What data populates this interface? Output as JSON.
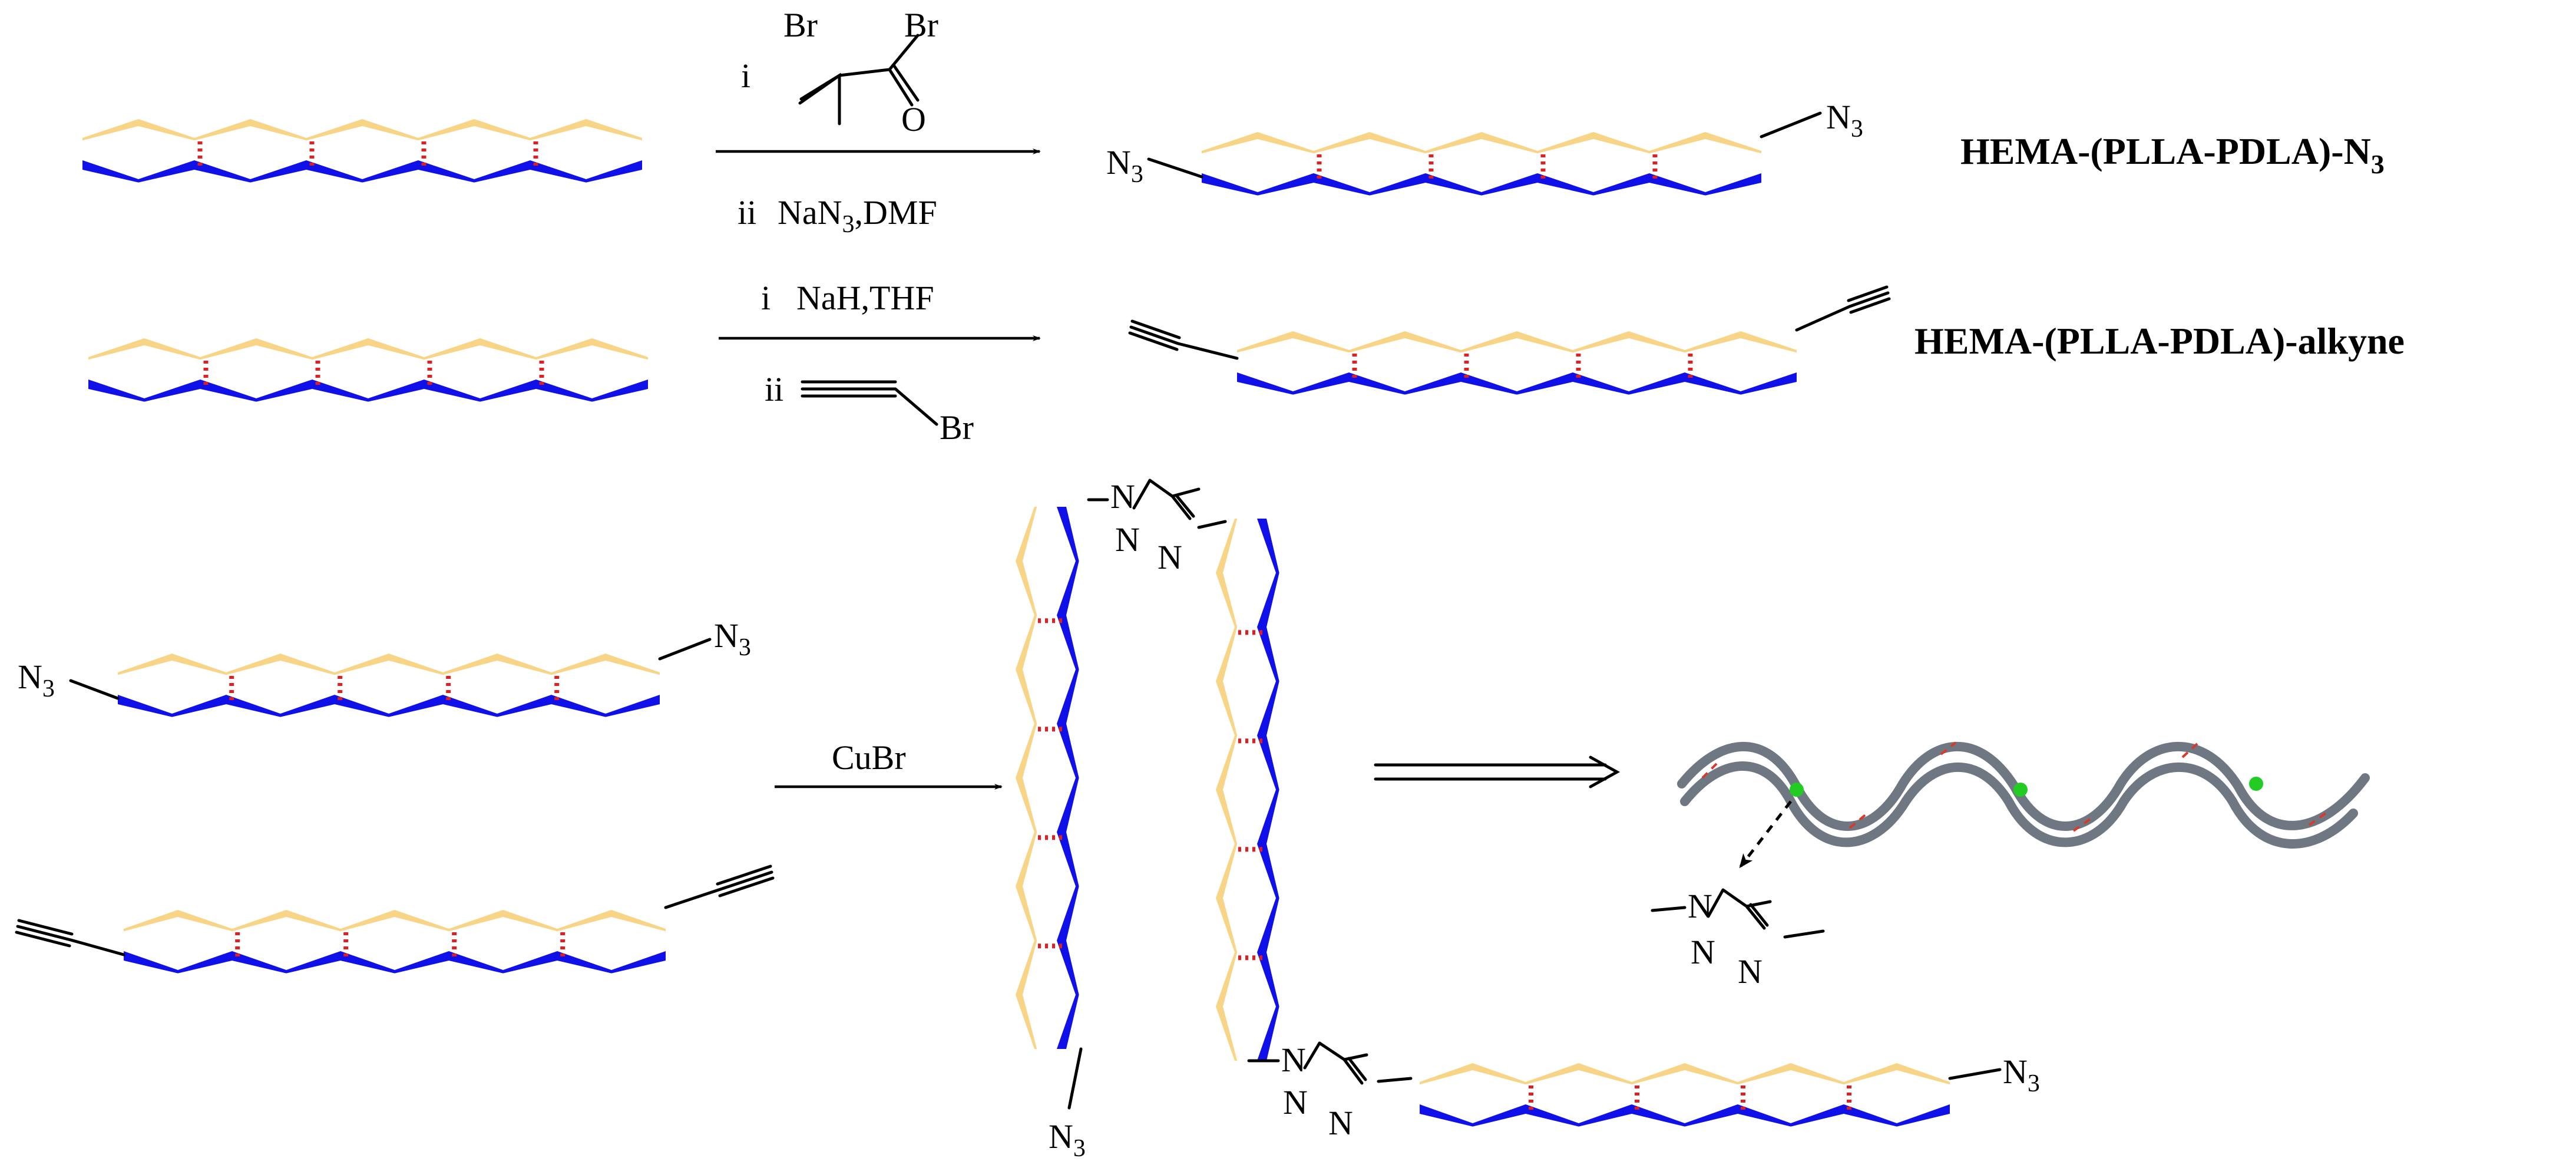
{
  "reaction1": {
    "step_i": "i",
    "reagent_br1": "Br",
    "reagent_br2": "Br",
    "reagent_o": "O",
    "step_ii": "ii",
    "step_ii_text": "NaN",
    "step_ii_sub": "3",
    "step_ii_tail": ",DMF",
    "product_left_n": "N",
    "product_left_sub": "3",
    "product_right_n": "N",
    "product_right_sub": "3",
    "product_name": "HEMA-(PLLA-PDLA)-N",
    "product_name_sub": "3"
  },
  "reaction2": {
    "step_i": "i",
    "step_i_text": "NaH,THF",
    "step_ii": "ii",
    "reagent_br": "Br",
    "product_name": "HEMA-(PLLA-PDLA)-alkyne"
  },
  "reaction3": {
    "azide_left_n": "N",
    "azide_left_sub": "3",
    "azide_right_n": "N",
    "azide_right_sub": "3",
    "catalyst": "CuBr",
    "triazole_top": {
      "n1": "N",
      "n2": "N",
      "n3": "N"
    },
    "triazole_mid": {
      "n1": "N",
      "n2": "N",
      "n3": "N"
    },
    "triazole_inset": {
      "n1": "N",
      "n2": "N",
      "n3": "N"
    },
    "product_end_left_n": "N",
    "product_end_left_sub": "3",
    "product_end_right_n": "N",
    "product_end_right_sub": "3"
  },
  "colors": {
    "plla_strand": "#f8d487",
    "pdla_strand": "#1010e8",
    "hydrogen_bond": "#e02020",
    "schematic_chain": "#6f7882",
    "triazole_junction": "#22cc22"
  }
}
